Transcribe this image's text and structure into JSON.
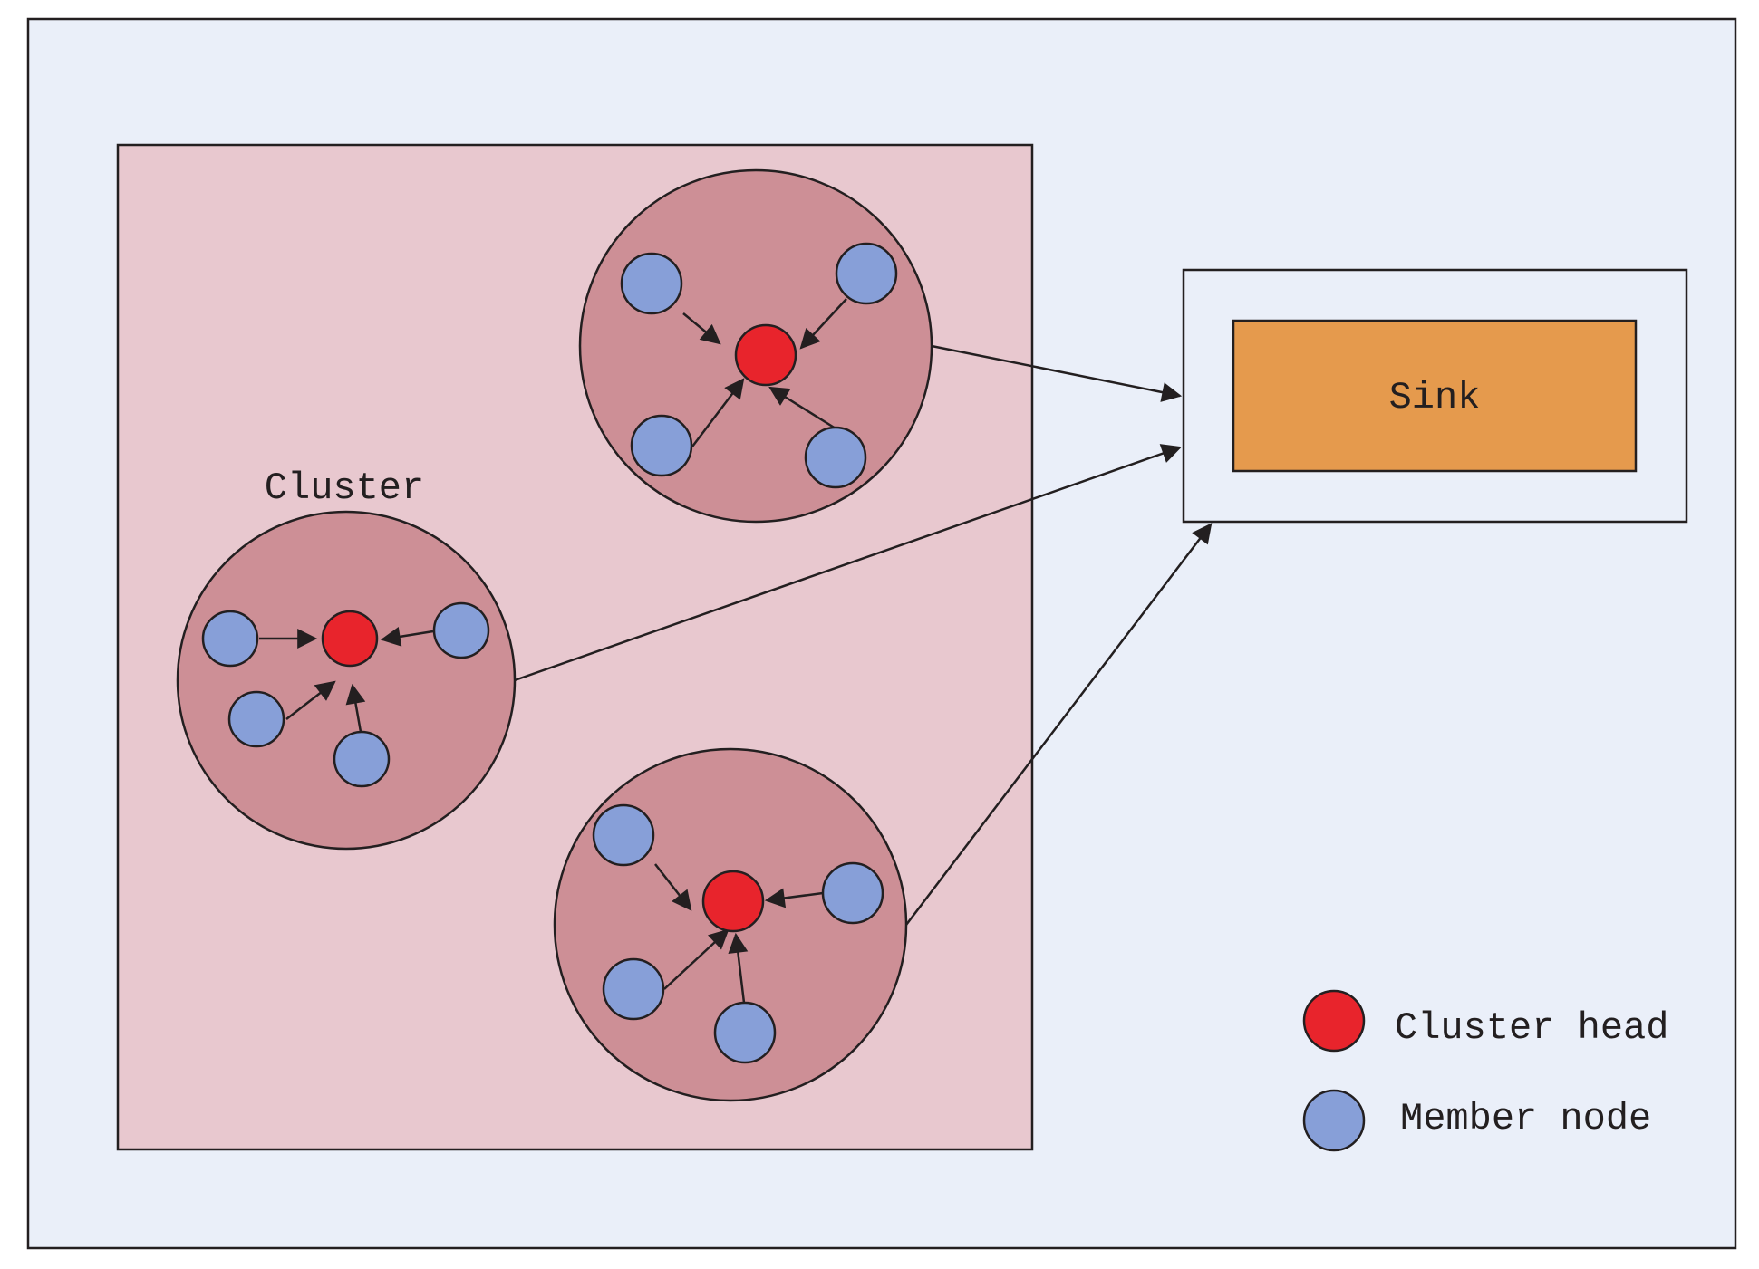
{
  "labels": {
    "cluster": "Cluster",
    "sink": "Sink",
    "legend_head": "Cluster head",
    "legend_member": "Member node"
  },
  "colors": {
    "background": "#eaeff9",
    "field": "#e8c8cf",
    "cluster_fill": "#cd8f96",
    "cluster_head": "#e8242c",
    "member_node": "#879fd8",
    "sink": "#e59a4d",
    "sink_frame": "#eaeff9",
    "stroke": "#231f20"
  },
  "clusters": [
    {
      "id": "top",
      "head": "top-head",
      "members": 4
    },
    {
      "id": "left",
      "head": "left-head",
      "members": 4
    },
    {
      "id": "bottom",
      "head": "bottom-head",
      "members": 4
    }
  ],
  "links_to_sink": [
    "top",
    "left",
    "bottom"
  ]
}
